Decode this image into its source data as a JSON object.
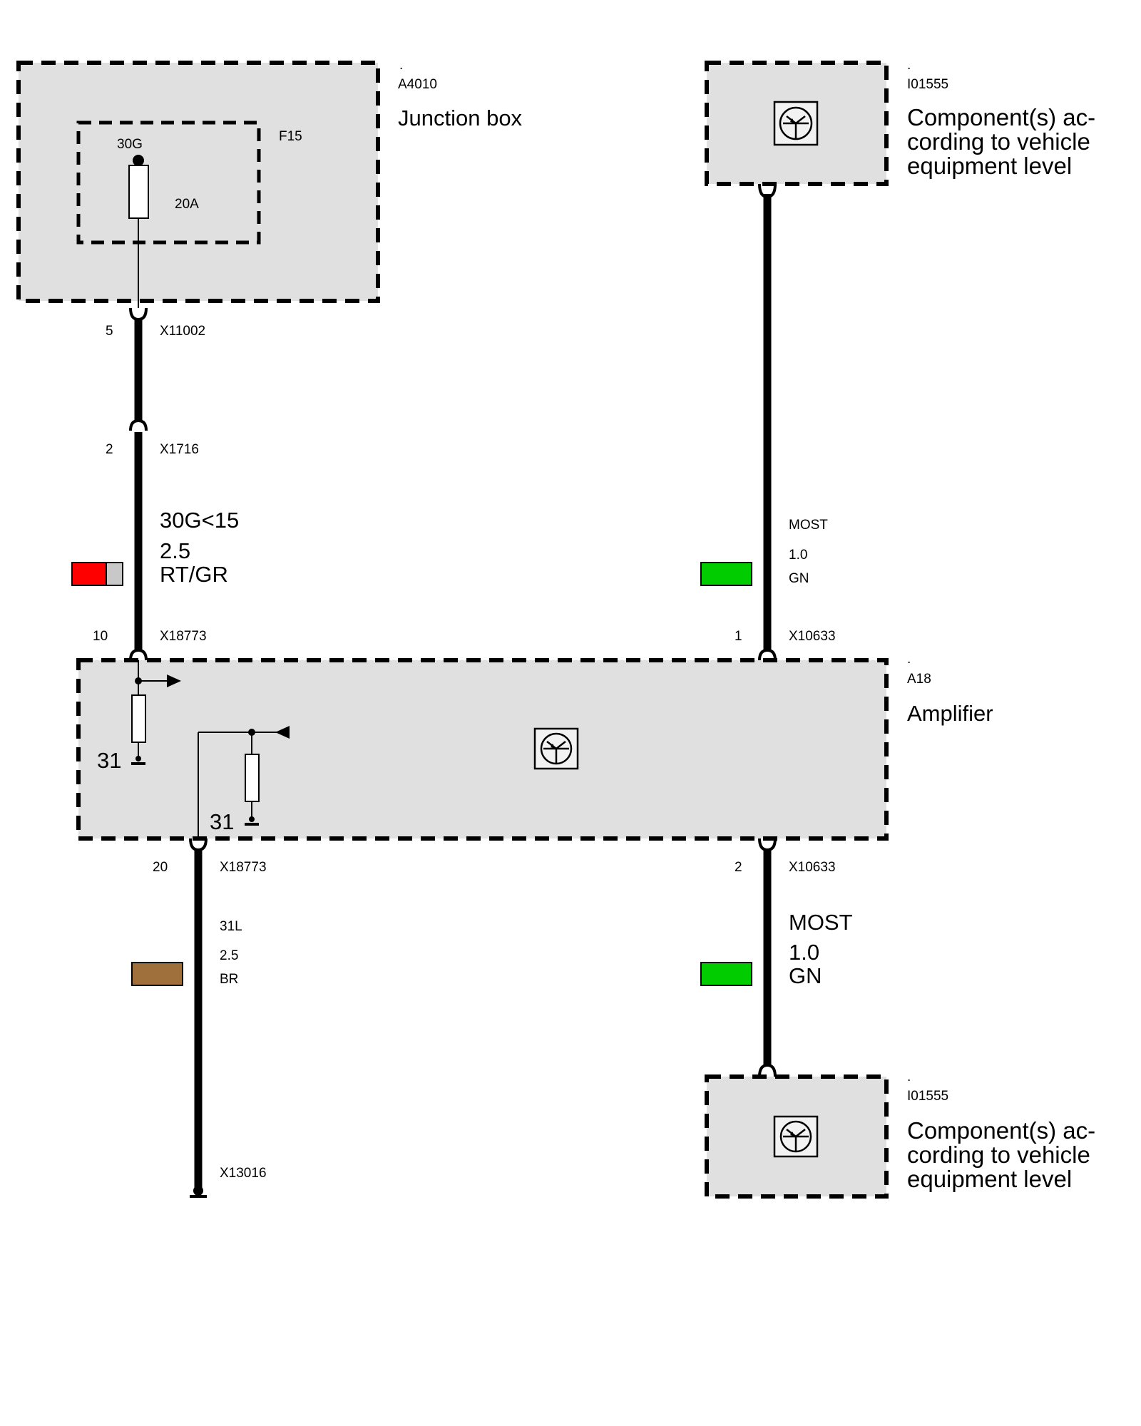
{
  "components": {
    "junction_box": {
      "dot": ".",
      "id": "A4010",
      "name": "Junction box",
      "fuse_id": "F15",
      "fuse_terminal": "30G",
      "fuse_rating": "20A"
    },
    "component_top": {
      "dot": ".",
      "id": "I01555",
      "name_lines": [
        "Component(s) ac-",
        "cording to vehicle",
        "equipment level"
      ]
    },
    "amplifier": {
      "dot": ".",
      "id": "A18",
      "name": "Amplifier",
      "ground_label_1": "31",
      "ground_label_2": "31"
    },
    "component_bottom": {
      "dot": ".",
      "id": "I01555",
      "name_lines": [
        "Component(s) ac-",
        "cording to vehicle",
        "equipment level"
      ]
    }
  },
  "connectors": {
    "jb_out": {
      "pin": "5",
      "id": "X11002"
    },
    "inline": {
      "pin": "2",
      "id": "X1716"
    },
    "amp_power": {
      "pin": "10",
      "id": "X18773"
    },
    "amp_most_in": {
      "pin": "1",
      "id": "X10633"
    },
    "amp_ground": {
      "pin": "20",
      "id": "X18773"
    },
    "amp_most_out": {
      "pin": "2",
      "id": "X10633"
    },
    "ground_point": {
      "id": "X13016"
    }
  },
  "wires": {
    "power": {
      "signal": "30G<15",
      "size": "2.5",
      "color_code": "RT/GR",
      "colors": [
        "#ff0000",
        "#c8c8c8"
      ]
    },
    "most_top": {
      "signal": "MOST",
      "size": "1.0",
      "color_code": "GN",
      "colors": [
        "#00cc00"
      ]
    },
    "ground": {
      "signal": "31L",
      "size": "2.5",
      "color_code": "BR",
      "colors": [
        "#a0703c"
      ]
    },
    "most_bottom": {
      "signal": "MOST",
      "size": "1.0",
      "color_code": "GN",
      "colors": [
        "#00cc00"
      ]
    }
  },
  "icons": [
    "transistor-icon",
    "fuse-icon",
    "resistor-icon",
    "ground-icon",
    "arrow-icon"
  ]
}
